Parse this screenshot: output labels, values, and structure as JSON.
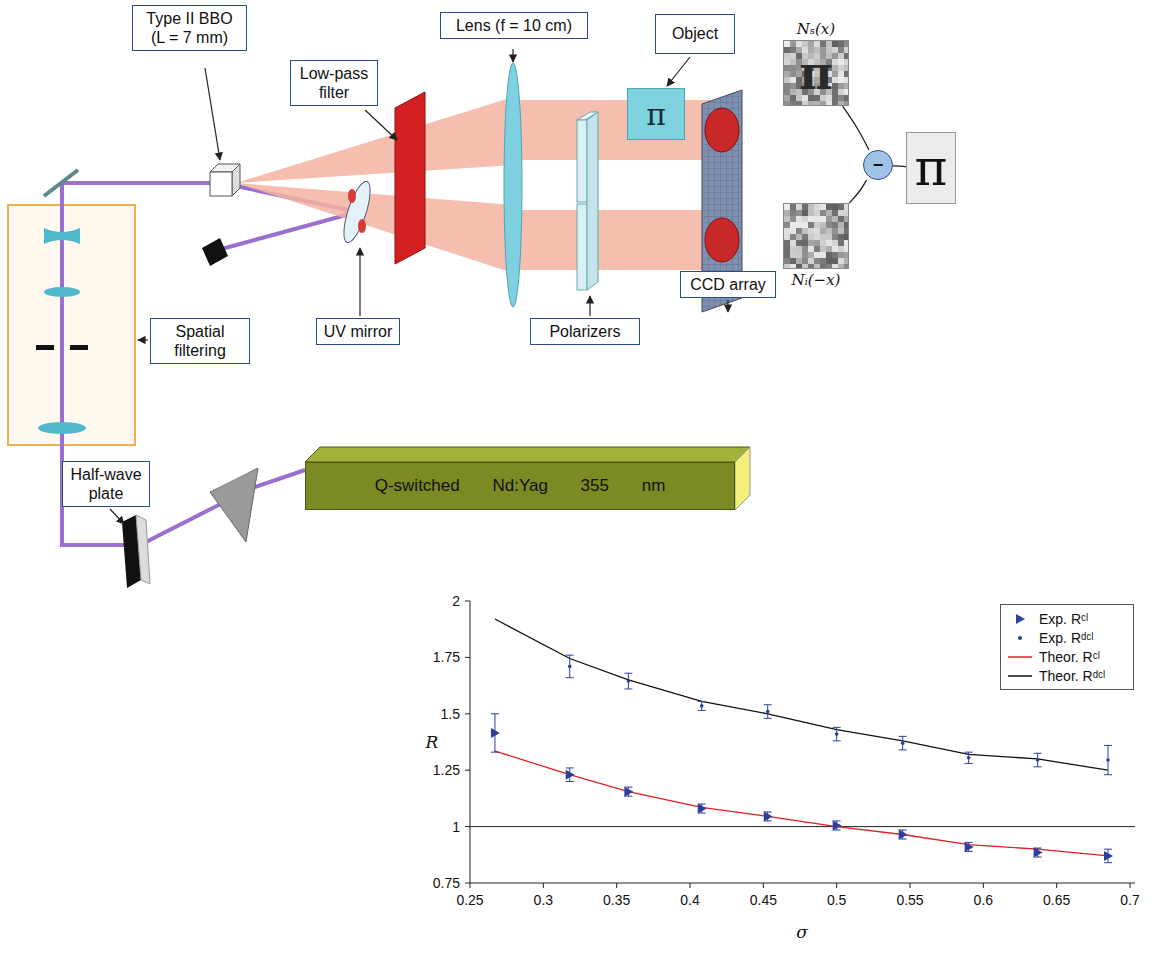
{
  "diagram": {
    "nodes": [
      {
        "text": [
          "Type II BBO (L = 7 mm)"
        ]
      },
      {
        "text": [
          "Low-pass filter"
        ]
      },
      {
        "text": [
          "Lens (f = 10 cm)"
        ]
      },
      {
        "text": [
          "Object"
        ]
      },
      {
        "text": [
          "π"
        ]
      },
      {
        "text": [
          "Nₛ(x)",
          "π"
        ]
      },
      {
        "text": [
          "−"
        ]
      },
      {
        "text": [
          "π"
        ]
      },
      {
        "text": [
          "Nᵢ(−x)"
        ]
      },
      {
        "text": [
          "Spatial filtering"
        ]
      },
      {
        "text": [
          "UV mirror"
        ]
      },
      {
        "text": [
          "Polarizers"
        ]
      },
      {
        "text": [
          "CCD array"
        ]
      },
      {
        "text": [
          "Half-wave plate"
        ]
      },
      {
        "text": [
          "Q-switched Nd:Yag 355 nm"
        ]
      }
    ],
    "edges": [
      {
        "from": 5,
        "to": 6,
        "arrow": "none"
      },
      {
        "from": 8,
        "to": 6,
        "arrow": "none"
      },
      {
        "from": 6,
        "to": 7,
        "arrow": "none"
      }
    ],
    "labels": [
      "2",
      "1.75",
      "1.5",
      "1.25",
      "1",
      "0.75",
      "0.25",
      "0.3",
      "0.35",
      "0.4",
      "0.45",
      "0.5",
      "0.55",
      "0.6",
      "0.65",
      "0.7",
      "R",
      "σ"
    ],
    "legend": [
      {
        "text": "Exp. Rᶜˡ"
      },
      {
        "text": "Exp. Rᵈᶜˡ"
      },
      {
        "text": "Theor. Rᶜˡ"
      },
      {
        "text": "Theor. Rᵈᶜˡ"
      }
    ]
  }
}
